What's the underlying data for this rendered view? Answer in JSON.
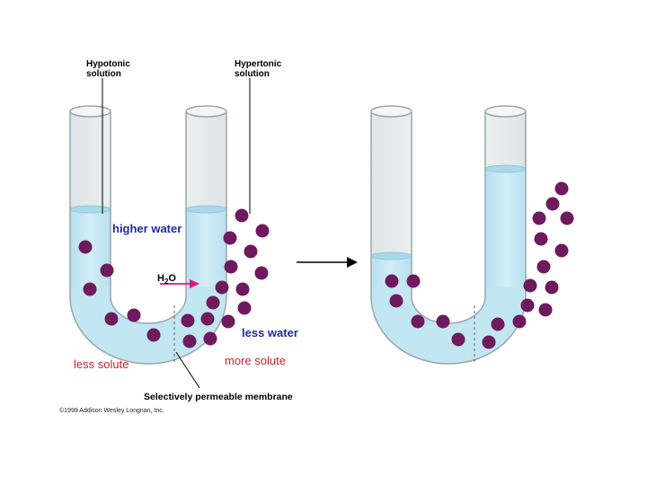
{
  "labels": {
    "hypotonic_line1": "Hypotonic",
    "hypotonic_line2": "solution",
    "hypertonic_line1": "Hypertonic",
    "hypertonic_line2": "solution",
    "higher_water": "higher water",
    "less_water": "less water",
    "less_solute": "less solute",
    "more_solute": "more solute",
    "h2o_main": "H",
    "h2o_sub": "2",
    "h2o_tail": "O",
    "membrane": "Selectively permeable membrane",
    "copyright": "©1999 Addison Wesley Longnan, Inc."
  },
  "colors": {
    "water": "#c3e6f3",
    "tube_glass": "#eef1f2",
    "tube_outline": "#9aa5aa",
    "solute": "#6e1a5c",
    "blue_text": "#1f2ba8",
    "red_text": "#c8232c",
    "arrow_magenta": "#e0147f"
  },
  "icons": {
    "flow_arrow": "magenta-right-arrow-icon",
    "process_arrow": "black-right-arrow-icon"
  }
}
